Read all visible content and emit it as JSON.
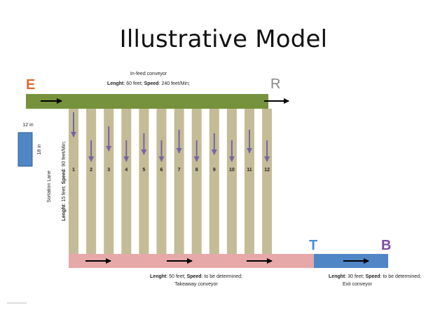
{
  "title": "Illustrative Model",
  "letters": {
    "entry": "E",
    "right": "R",
    "transfer": "T",
    "exit": "B"
  },
  "infeed": {
    "name": "In-feed conveyor",
    "length_label": "Lenght",
    "length_value": ": 60 feet;",
    "speed_label": "Speed",
    "speed_value": ": 240  feet/Min;"
  },
  "package": {
    "width": "12 in",
    "height": "18 in"
  },
  "sortation": {
    "name": "Sortation Lane",
    "length_label": "Lenght",
    "length_value": ": 15 feet;",
    "speed_label": "Speed",
    "speed_value": ": 90 feet/Min;",
    "lanes": [
      "1",
      "2",
      "3",
      "4",
      "5",
      "6",
      "7",
      "8",
      "9",
      "10",
      "11",
      "12"
    ]
  },
  "takeaway": {
    "length_label": "Lenght",
    "length_value": ": 50 feet;",
    "speed_label": "Speed",
    "speed_value": ": to be determined;",
    "name": "Takeaway conveyor"
  },
  "exit_conveyor": {
    "length_label": "Lenght",
    "length_value": ": 30 feet;",
    "speed_label": "Speed",
    "speed_value": ": to be determined;",
    "name": "Exit conveyor"
  },
  "colors": {
    "infeed": "#76923c",
    "lane": "#c4bc96",
    "takeaway": "#e6a8a8",
    "exit": "#4f86c6",
    "down_arrow": "#7565a3",
    "letter_red": "#e06a30",
    "letter_blue": "#4a90d9",
    "letter_purple": "#7a4fa0",
    "letter_gray": "#888888"
  }
}
